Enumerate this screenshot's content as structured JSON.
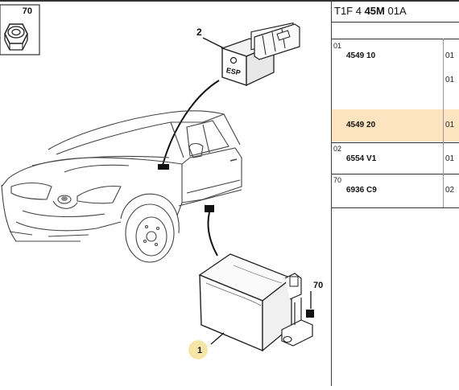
{
  "header": {
    "title_prefix": "T1F 4 ",
    "title_bold": "45M",
    "title_suffix": " 01A"
  },
  "diagram": {
    "callouts": [
      {
        "number": "70"
      },
      {
        "number": "2"
      },
      {
        "number": "70"
      },
      {
        "number": "1"
      }
    ],
    "switch_label": "ESP"
  },
  "parts": [
    {
      "level": "01",
      "ref": "4549 10",
      "qty": "01",
      "qty2": "01",
      "highlight": false
    },
    {
      "level": "",
      "ref": "4549 20",
      "qty": "01",
      "qty2": "",
      "highlight": true
    },
    {
      "level": "02",
      "ref": "6554 V1",
      "qty": "01",
      "qty2": "",
      "highlight": false
    },
    {
      "level": "70",
      "ref": "6936 C9",
      "qty": "02",
      "qty2": "",
      "highlight": false
    }
  ],
  "colors": {
    "highlight": "#fde4c0",
    "callout_fill": "#f5e6a8"
  }
}
